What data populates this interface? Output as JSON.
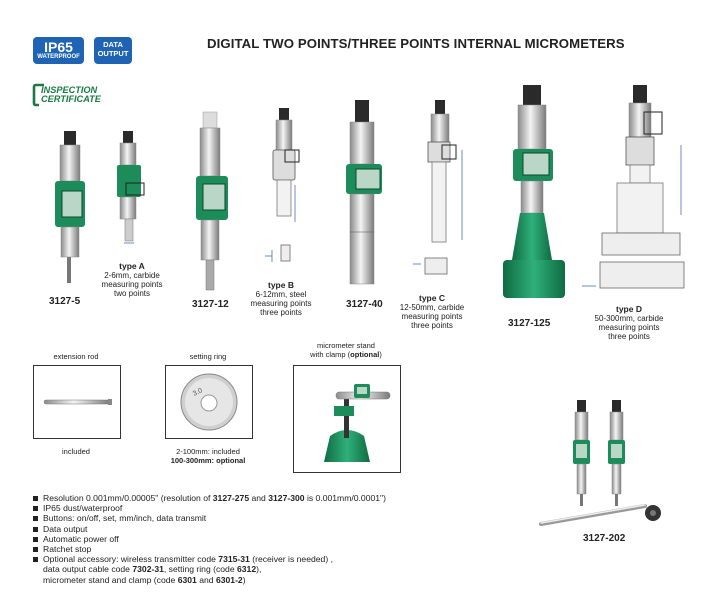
{
  "header": {
    "title": "DIGITAL TWO POINTS/THREE POINTS INTERNAL MICROMETERS",
    "badge_ip65": {
      "main": "IP65",
      "sub": "WATERPROOF"
    },
    "badge_data": {
      "line1": "DATA",
      "line2": "OUTPUT"
    },
    "certificate": {
      "line1": "INSPECTION",
      "line2": "CERTIFICATE"
    }
  },
  "models": {
    "m3127_5": "3127-5",
    "m3127_12": "3127-12",
    "m3127_40": "3127-40",
    "m3127_125": "3127-125",
    "m3127_202": "3127-202"
  },
  "types": {
    "a": {
      "name": "type A",
      "l1": "2-6mm, carbide",
      "l2": "measuring points",
      "l3": "two points"
    },
    "b": {
      "name": "type B",
      "l1": "6-12mm, steel",
      "l2": "measuring points",
      "l3": "three points"
    },
    "c": {
      "name": "type C",
      "l1": "12-50mm, carbide",
      "l2": "measuring points",
      "l3": "three points"
    },
    "d": {
      "name": "type D",
      "l1": "50-300mm, carbide",
      "l2": "measuring points",
      "l3": "three points"
    }
  },
  "accessories": {
    "rod": {
      "title": "extension rod",
      "caption": "included"
    },
    "ring": {
      "title": "setting ring",
      "cap1": "2-100mm: included",
      "cap2": "100-300mm: optional",
      "ring_text": "3.0"
    },
    "stand": {
      "title1": "micrometer stand",
      "title2_prefix": "with clamp (",
      "title2_bold": "optional",
      "title2_suffix": ")"
    }
  },
  "features": {
    "f1": {
      "a": "Resolution 0.001mm/0.00005\" (resolution of ",
      "b": "3127-275",
      "c": " and ",
      "d": "3127-300",
      "e": " is 0.001mm/0.0001\")"
    },
    "f2": "IP65 dust/waterproof",
    "f3": "Buttons: on/off, set, mm/inch, data transmit",
    "f4": "Data output",
    "f5": "Automatic power off",
    "f6": "Ratchet stop",
    "f7": {
      "a": "Optional accessory: wireless transmitter code ",
      "b": "7315-31",
      "c": " (receiver is needed) ,"
    },
    "f7c1": {
      "a": "data output cable code ",
      "b": "7302-31",
      "c": ", setting ring (code ",
      "d": "6312",
      "e": "),"
    },
    "f7c2": {
      "a": "micrometer stand and clamp (code ",
      "b": "6301",
      "c": " and ",
      "d": "6301-2",
      "e": ")"
    }
  },
  "colors": {
    "brand_blue": "#1f63b4",
    "cert_green": "#1a7a43",
    "body_green": "#1b8c5a",
    "dim_blue": "#4a6fb5"
  }
}
